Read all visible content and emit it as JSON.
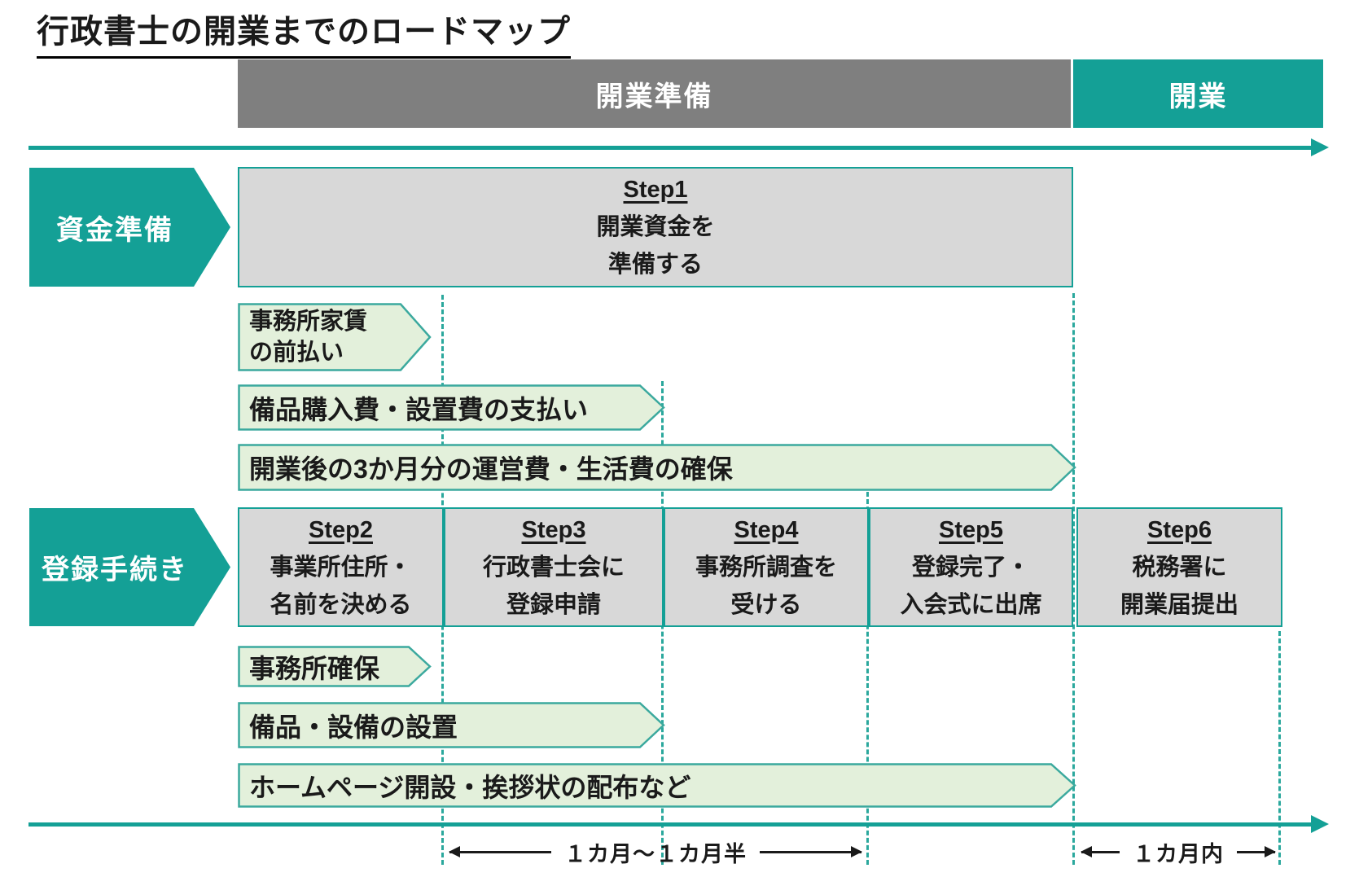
{
  "title": "行政書士の開業までのロードマップ",
  "header": {
    "preparation": "開業準備",
    "opening": "開業"
  },
  "lanes": {
    "funding": "資金準備",
    "registration": "登録手続き"
  },
  "steps": [
    {
      "title": "Step1",
      "line1": "開業資金を",
      "line2": "準備する"
    },
    {
      "title": "Step2",
      "line1": "事業所住所・",
      "line2": "名前を決める"
    },
    {
      "title": "Step3",
      "line1": "行政書士会に",
      "line2": "登録申請"
    },
    {
      "title": "Step4",
      "line1": "事務所調査を",
      "line2": "受ける"
    },
    {
      "title": "Step5",
      "line1": "登録完了・",
      "line2": "入会式に出席"
    },
    {
      "title": "Step6",
      "line1": "税務署に",
      "line2": "開業届提出"
    }
  ],
  "funding_tasks": [
    {
      "line1": "事務所家賃",
      "line2": "の前払い"
    },
    {
      "line1": "備品購入費・設置費の支払い"
    },
    {
      "line1": "開業後の3か月分の運営費・生活費の確保"
    }
  ],
  "registration_tasks": [
    {
      "line1": "事務所確保"
    },
    {
      "line1": "備品・設備の設置"
    },
    {
      "line1": "ホームページ開設・挨拶状の配布など"
    }
  ],
  "durations": {
    "preparation_period": "１カ月～１カ月半",
    "opening_period": "１カ月内"
  },
  "colors": {
    "teal": "#14a096",
    "header_gray": "#7f7f7f",
    "step_fill": "#d8d8d8",
    "task_fill": "#e3f0db",
    "task_border": "#3ba99e",
    "dashed_line": "#2ba89d"
  }
}
